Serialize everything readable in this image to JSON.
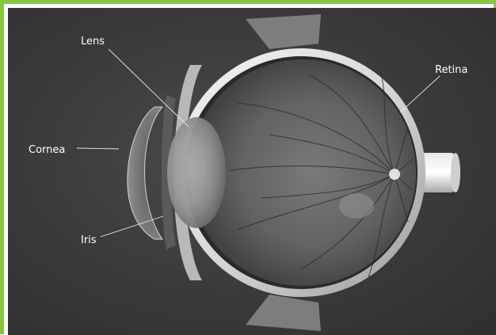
{
  "diagram": {
    "labels": {
      "lens": "Lens",
      "cornea": "Cornea",
      "iris": "Iris",
      "retina": "Retina"
    }
  },
  "colors": {
    "border": "#86c646",
    "background": "#3a3a3a",
    "sclera": "#e6e6e6",
    "retina_fundus": "#6a6a6a",
    "label_text": "#ffffff"
  }
}
